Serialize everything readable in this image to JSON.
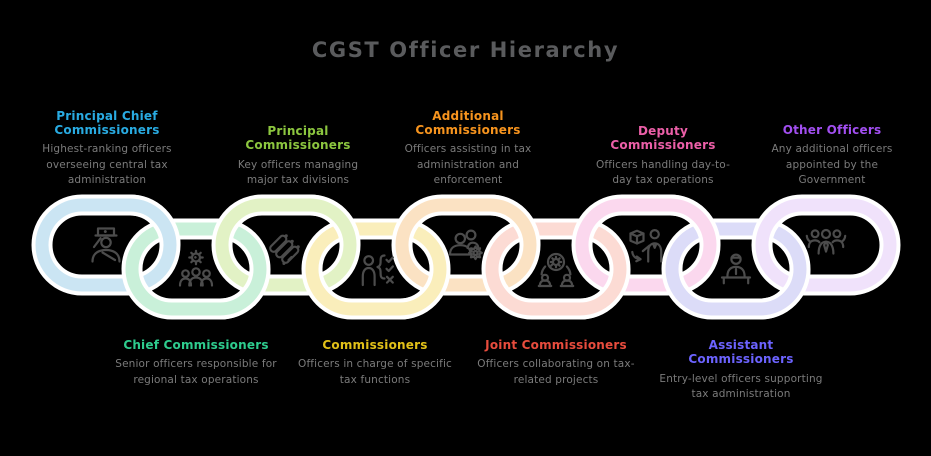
{
  "title": "CGST Officer Hierarchy",
  "colors": {
    "background": "#000000",
    "title_text": "#5a5b5d",
    "description_text": "#7b7b7b",
    "icon_stroke": "#4c4c4c",
    "link_casing": "#ffffff"
  },
  "hierarchy": {
    "items": [
      {
        "id": "principal-chief-commissioners",
        "title": "Principal Chief Commissioners",
        "description": "Highest-ranking officers overseeing central tax administration",
        "title_color": "#29abe2",
        "link_color": "#cbe5f3",
        "position": "top",
        "icon": "officer-salute-icon"
      },
      {
        "id": "chief-commissioners",
        "title": "Chief Commissioners",
        "description": "Senior officers responsible for regional tax operations",
        "title_color": "#2ecc8e",
        "link_color": "#c9f0d9",
        "position": "bottom",
        "icon": "team-gear-icon"
      },
      {
        "id": "principal-commissioners",
        "title": "Principal Commissioners",
        "description": "Key officers managing major tax divisions",
        "title_color": "#8cc63f",
        "link_color": "#e2f2c5",
        "position": "top",
        "icon": "documents-stack-icon"
      },
      {
        "id": "commissioners",
        "title": "Commissioners",
        "description": "Officers in charge of specific tax functions",
        "title_color": "#e2c118",
        "link_color": "#faeebb",
        "position": "bottom",
        "icon": "person-checklist-icon"
      },
      {
        "id": "additional-commissioners",
        "title": "Additional Commissioners",
        "description": "Officers assisting in tax administration and enforcement",
        "title_color": "#f7941e",
        "link_color": "#fbe2c3",
        "position": "top",
        "icon": "people-gear-icon"
      },
      {
        "id": "joint-commissioners",
        "title": "Joint Commissioners",
        "description": "Officers collaborating on tax-related projects",
        "title_color": "#e84c3d",
        "link_color": "#fcdbd4",
        "position": "bottom",
        "icon": "collaboration-network-icon"
      },
      {
        "id": "deputy-commissioners",
        "title": "Deputy Commissioners",
        "description": "Officers handling day-to-day tax operations",
        "title_color": "#ec5fa8",
        "link_color": "#fbd8ee",
        "position": "top",
        "icon": "box-handling-icon"
      },
      {
        "id": "assistant-commissioners",
        "title": "Assistant Commissioners",
        "description": "Entry-level officers supporting tax administration",
        "title_color": "#6c63ff",
        "link_color": "#dcdcf8",
        "position": "bottom",
        "icon": "person-desk-icon"
      },
      {
        "id": "other-officers",
        "title": "Other Officers",
        "description": "Any additional officers appointed by the Government",
        "title_color": "#a24ff1",
        "link_color": "#f0e2fb",
        "position": "top",
        "icon": "officers-group-icon"
      }
    ]
  }
}
